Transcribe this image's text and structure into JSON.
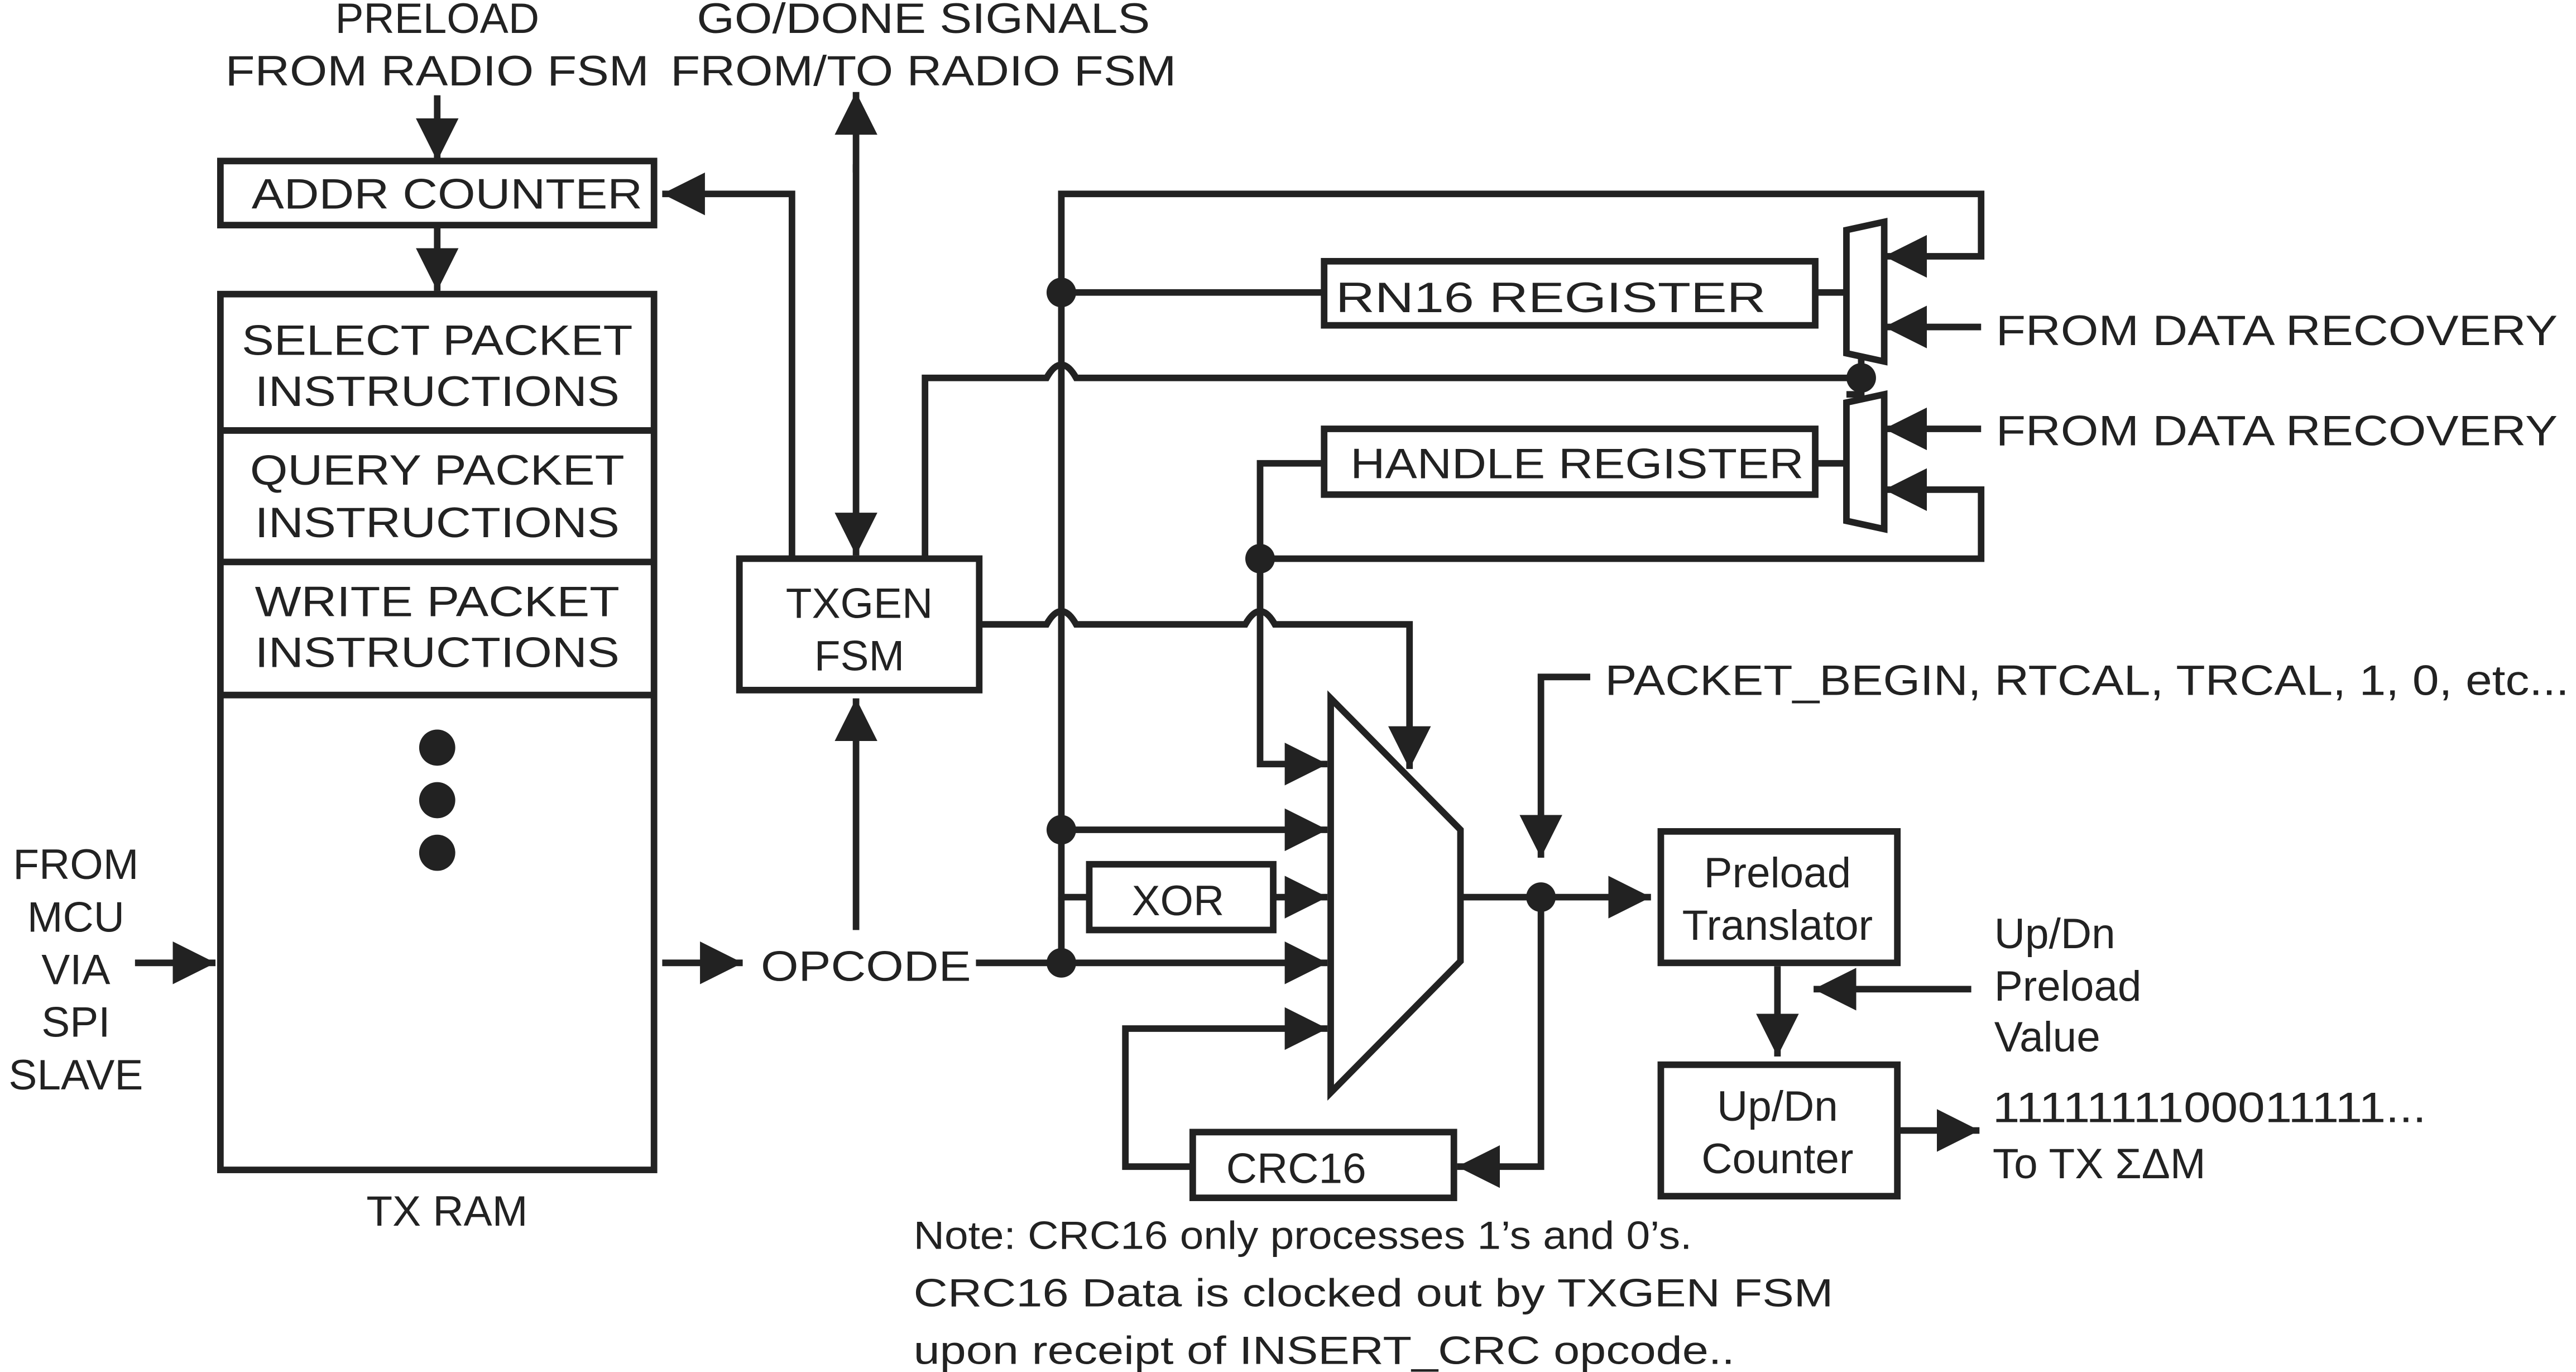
{
  "diagram": {
    "labels": {
      "preload_line1": "PRELOAD",
      "preload_line2": "FROM RADIO FSM",
      "godone_line1": "GO/DONE SIGNALS",
      "godone_line2": "FROM/TO RADIO FSM",
      "from_data_recovery_1": "FROM DATA RECOVERY",
      "from_data_recovery_2": "FROM DATA RECOVERY",
      "packet_begin": "PACKET_BEGIN, RTCAL, TRCAL, 1, 0, etc...",
      "mcu_line1": "FROM",
      "mcu_line2": "MCU",
      "mcu_line3": "VIA",
      "mcu_line4": "SPI",
      "mcu_line5": "SLAVE",
      "opcode": "OPCODE",
      "tx_ram": "TX RAM",
      "updn_preload_line1": "Up/Dn",
      "updn_preload_line2": "Preload",
      "updn_preload_line3": "Value",
      "output_bits": "1111111100011111...",
      "to_tx": "To TX ΣΔM"
    },
    "blocks": {
      "addr_counter": "ADDR COUNTER",
      "select_packet_line1": "SELECT PACKET",
      "select_packet_line2": "INSTRUCTIONS",
      "query_packet_line1": "QUERY PACKET",
      "query_packet_line2": "INSTRUCTIONS",
      "write_packet_line1": "WRITE PACKET",
      "write_packet_line2": "INSTRUCTIONS",
      "txgen_line1": "TXGEN",
      "txgen_line2": "FSM",
      "rn16_register": "RN16 REGISTER",
      "handle_register": "HANDLE REGISTER",
      "xor": "XOR",
      "crc16": "CRC16",
      "preload_translator_line1": "Preload",
      "preload_translator_line2": "Translator",
      "updn_counter_line1": "Up/Dn",
      "updn_counter_line2": "Counter"
    },
    "note": {
      "line1": "Note: CRC16 only processes 1’s and 0’s.",
      "line2": "CRC16 Data is clocked out by TXGEN FSM",
      "line3": "upon receipt of INSERT_CRC opcode.."
    }
  }
}
